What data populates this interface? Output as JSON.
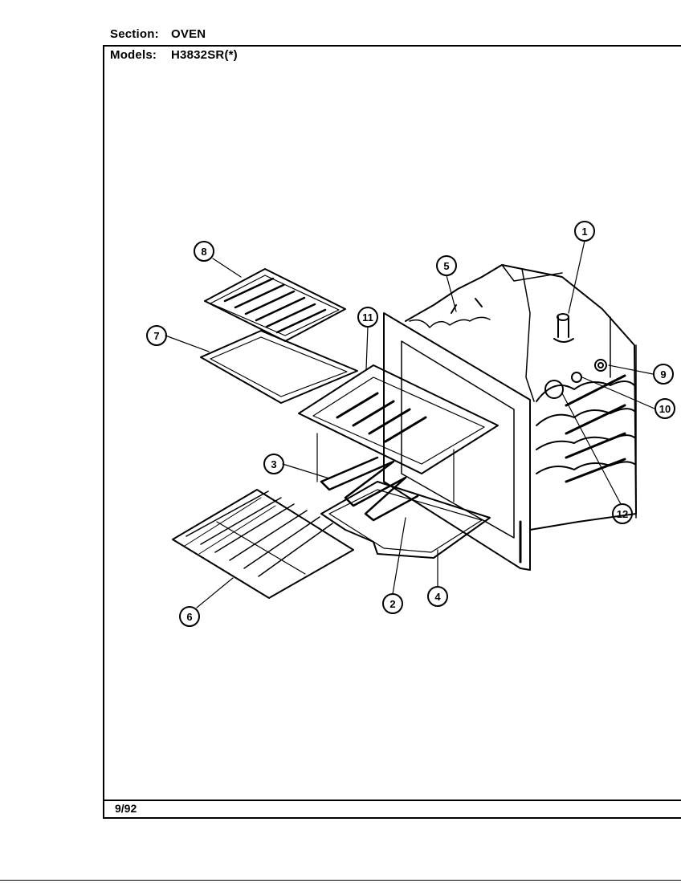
{
  "header": {
    "section_label": "Section:",
    "section_value": "OVEN",
    "models_label": "Models:",
    "models_value": "H3832SR(*)"
  },
  "footer": {
    "date": "9/92"
  },
  "callouts": [
    "1",
    "2",
    "3",
    "4",
    "5",
    "6",
    "7",
    "8",
    "9",
    "10",
    "11",
    "12"
  ]
}
